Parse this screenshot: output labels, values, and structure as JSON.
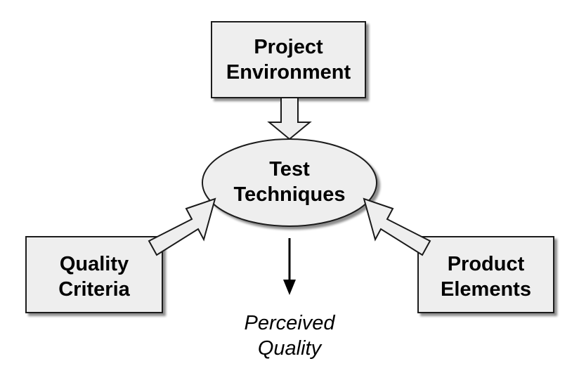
{
  "nodes": {
    "project_environment": {
      "lines": [
        "Project",
        "Environment"
      ]
    },
    "test_techniques": {
      "lines": [
        "Test",
        "Techniques"
      ]
    },
    "quality_criteria": {
      "lines": [
        "Quality",
        "Criteria"
      ]
    },
    "product_elements": {
      "lines": [
        "Product",
        "Elements"
      ]
    },
    "perceived_quality": {
      "lines": [
        "Perceived",
        "Quality"
      ]
    }
  },
  "colors": {
    "box_fill": "#eeeeee",
    "stroke": "#1a1a1a",
    "arrow_fill": "#eeeeee",
    "text": "#000000"
  }
}
